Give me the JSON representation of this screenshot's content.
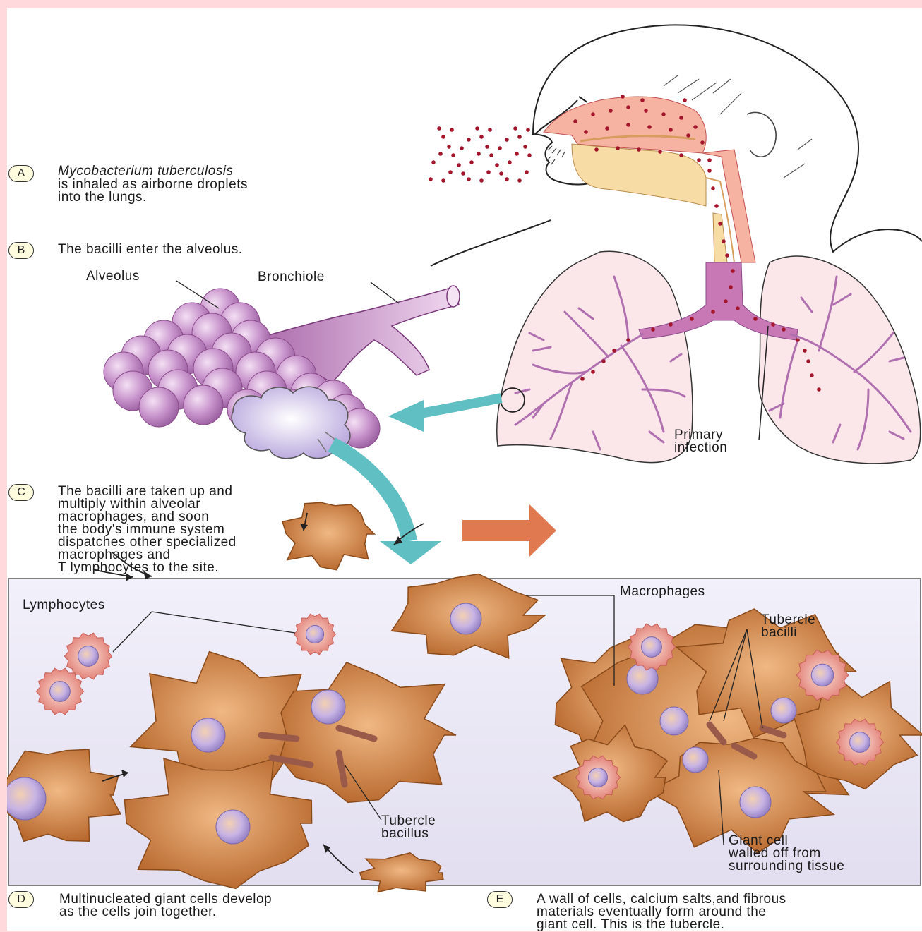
{
  "steps": {
    "a": {
      "badge": "A",
      "organism": "Mycobacterium tuberculosis",
      "text": "is inhaled as airborne droplets\ninto the lungs."
    },
    "b": {
      "badge": "B",
      "text": "The bacilli enter the alveolus."
    },
    "c": {
      "badge": "C",
      "text": "The bacilli are taken up and\nmultiply within alveolar\nmacrophages, and soon\nthe body's immune system\ndispatches other specialized\nmacrophages and\nT lymphocytes to the site."
    },
    "d": {
      "badge": "D",
      "text": "Multinucleated giant cells develop\nas the cells join together."
    },
    "e": {
      "badge": "E",
      "text": "A wall of cells, calcium salts,and fibrous\nmaterials eventually form around the\ngiant cell. This is the tubercle."
    }
  },
  "labels": {
    "alveolus": "Alveolus",
    "bronchiole": "Bronchiole",
    "primary_infection": "Primary\ninfection",
    "lymphocytes": "Lymphocytes",
    "macrophages": "Macrophages",
    "tubercle_bacilli": "Tubercle\nbacilli",
    "tubercle_bacillus": "Tubercle\nbacillus",
    "giant_cell": "Giant cell\nwalled off from\nsurrounding tissue"
  },
  "colors": {
    "page_border": "#ffd9dc",
    "droplet": "#a3152a",
    "airway_fill": "#f6b3a2",
    "trachea_fill": "#c878b4",
    "lung_fill": "#fbe7ea",
    "bronchi_stroke": "#b070b0",
    "alveolus_fill": "#c48cc8",
    "arrow_teal": "#5fbfc2",
    "arrow_orange": "#e07850",
    "macrophage_fill": "#c6783a",
    "nucleus_fill": "#b9a6df",
    "lymphocyte_fill": "#eb8a82",
    "tissue_panel_bg": "#eceaf6"
  }
}
